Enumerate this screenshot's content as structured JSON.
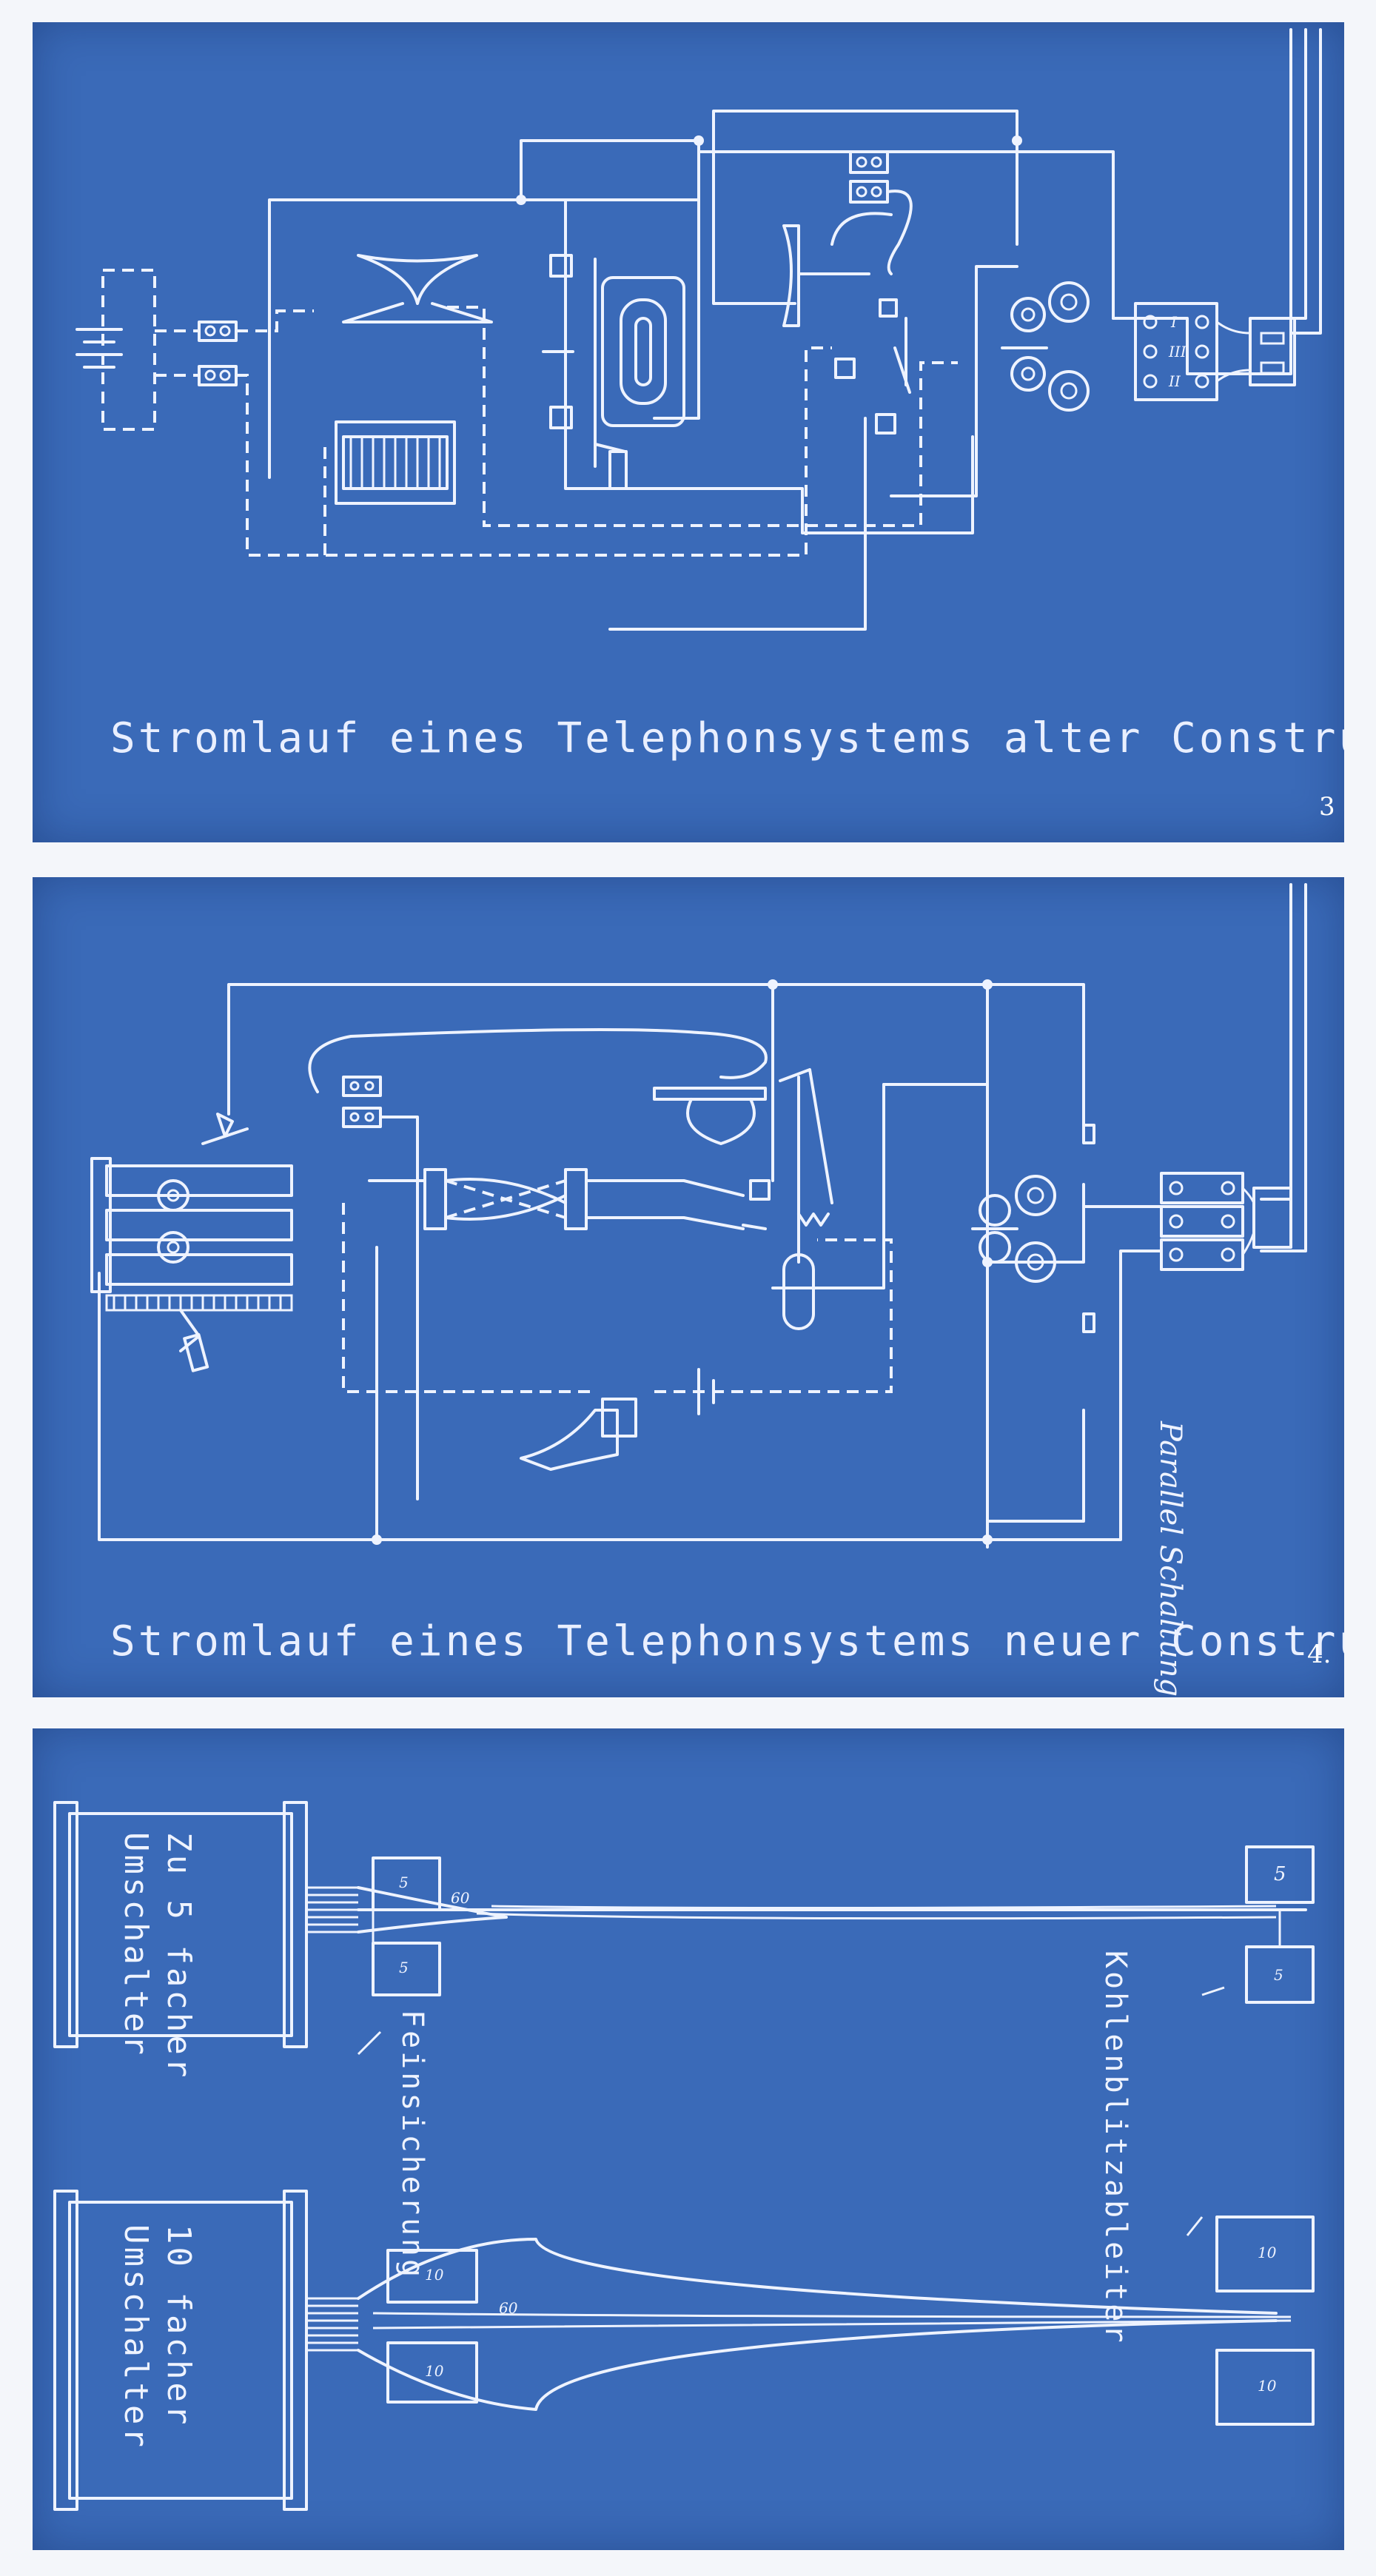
{
  "panels": [
    {
      "caption": "Stromlauf eines Telephonsystems alter Construktion.",
      "page_number": "3"
    },
    {
      "caption": "Stromlauf eines Telephonsystems neuer Construktion",
      "page_number": "4.",
      "side_note": "Parallel Schaltung"
    },
    {
      "switch_top": "Zu 5 facher Umschalter",
      "switch_top_lines": [
        "Zu 5 facher",
        "Umschalter"
      ],
      "switch_bottom": "10 facher Umschalter",
      "switch_bottom_lines": [
        "10 facher",
        "Umschalter"
      ],
      "label_fuse": "Feinsicherung",
      "label_arrester": "Kohlenblitzableiter",
      "box_small": "5",
      "box_large": "10",
      "wire_mark": "60"
    }
  ],
  "colors": {
    "blueprint": "#3a6ab8",
    "line": "#eef3ff"
  }
}
